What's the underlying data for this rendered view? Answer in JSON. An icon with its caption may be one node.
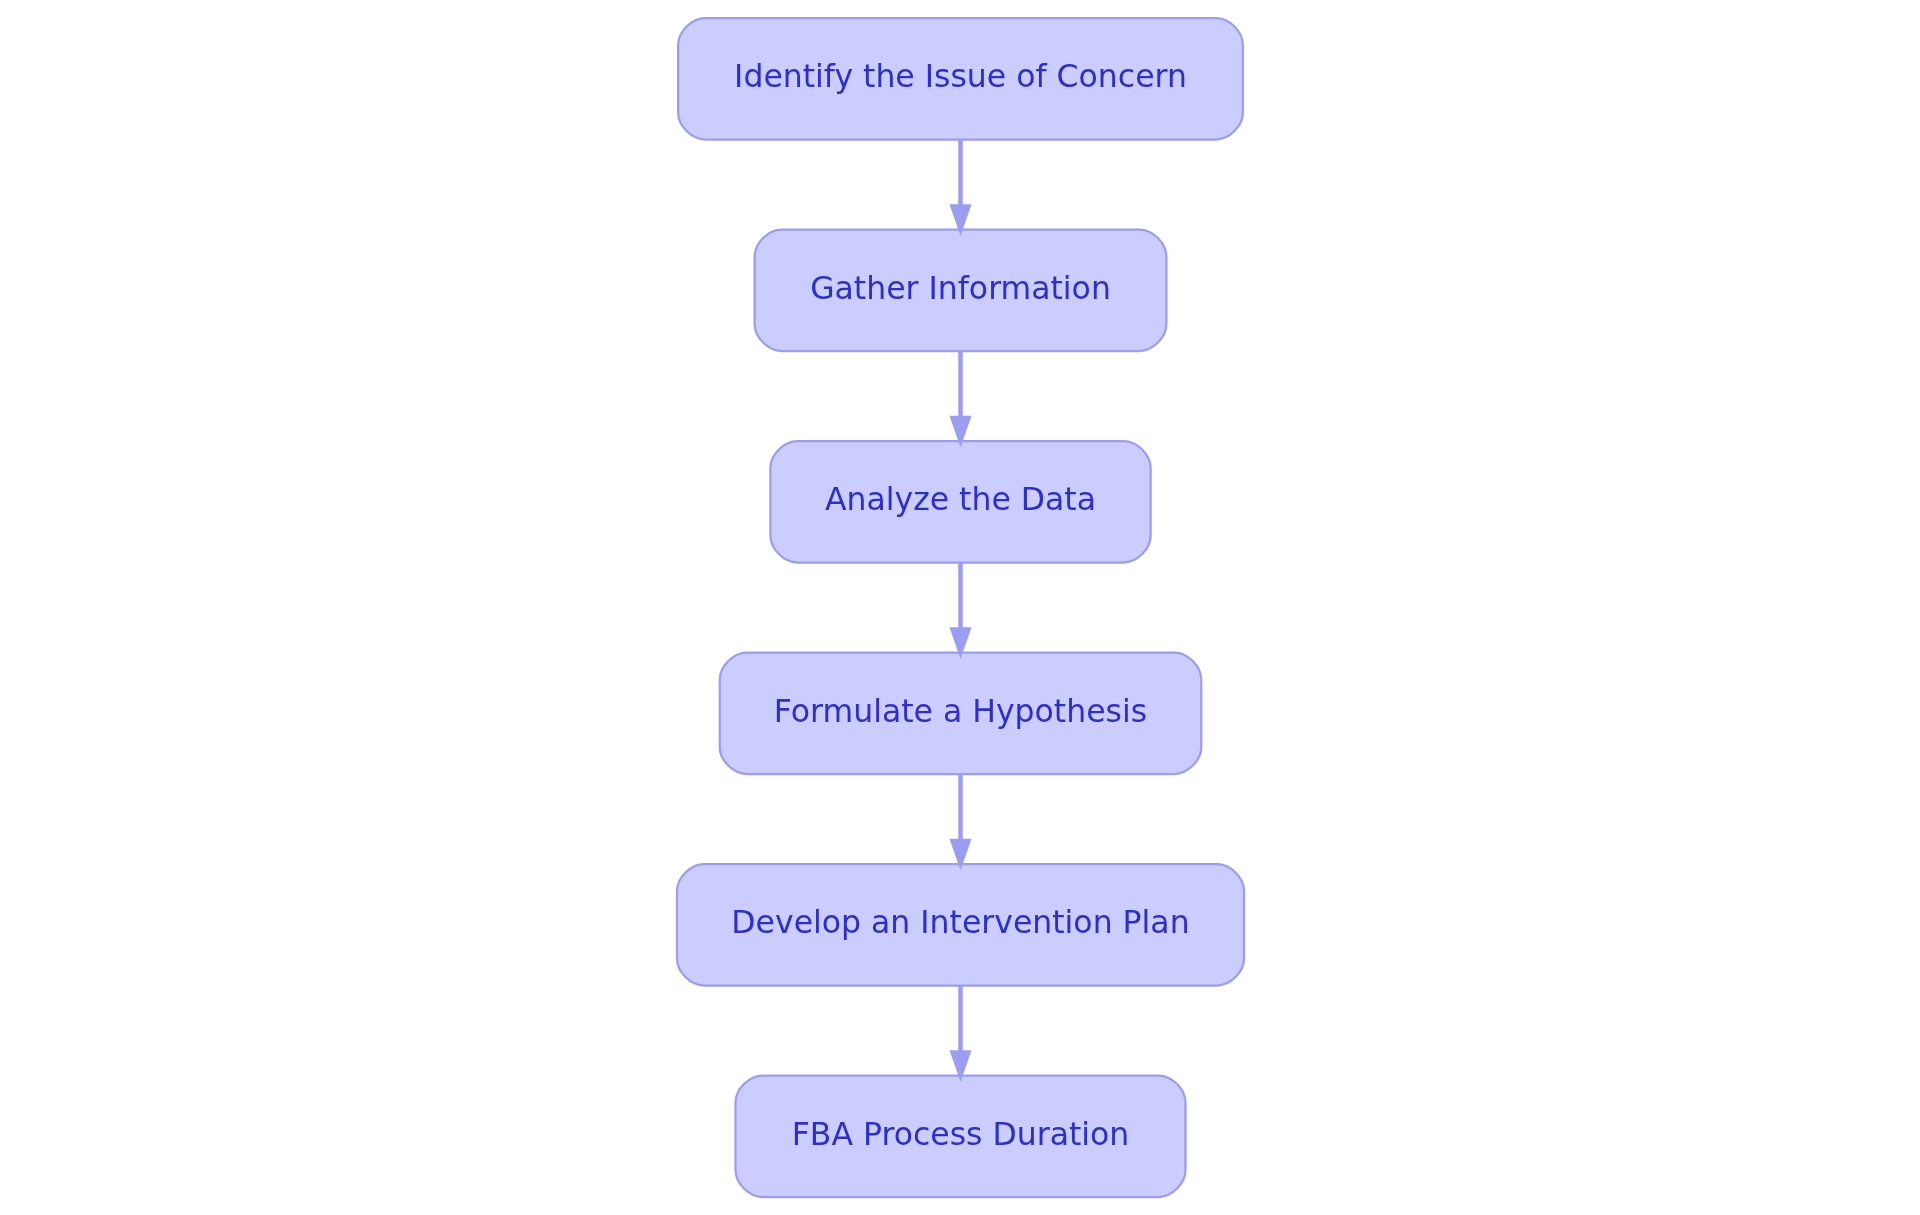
{
  "diagram": {
    "nodes": [
      {
        "text": [
          "Identify the Issue of Concern"
        ]
      },
      {
        "text": [
          "Gather Information"
        ]
      },
      {
        "text": [
          "Analyze the Data"
        ]
      },
      {
        "text": [
          "Formulate a Hypothesis"
        ]
      },
      {
        "text": [
          "Develop an Intervention Plan"
        ]
      },
      {
        "text": [
          "FBA Process Duration"
        ]
      }
    ],
    "edges": [
      {
        "from": 0,
        "to": 1,
        "arrow": "to"
      },
      {
        "from": 1,
        "to": 2,
        "arrow": "to"
      },
      {
        "from": 2,
        "to": 3,
        "arrow": "to"
      },
      {
        "from": 3,
        "to": 4,
        "arrow": "to"
      },
      {
        "from": 4,
        "to": 5,
        "arrow": "to"
      }
    ]
  }
}
